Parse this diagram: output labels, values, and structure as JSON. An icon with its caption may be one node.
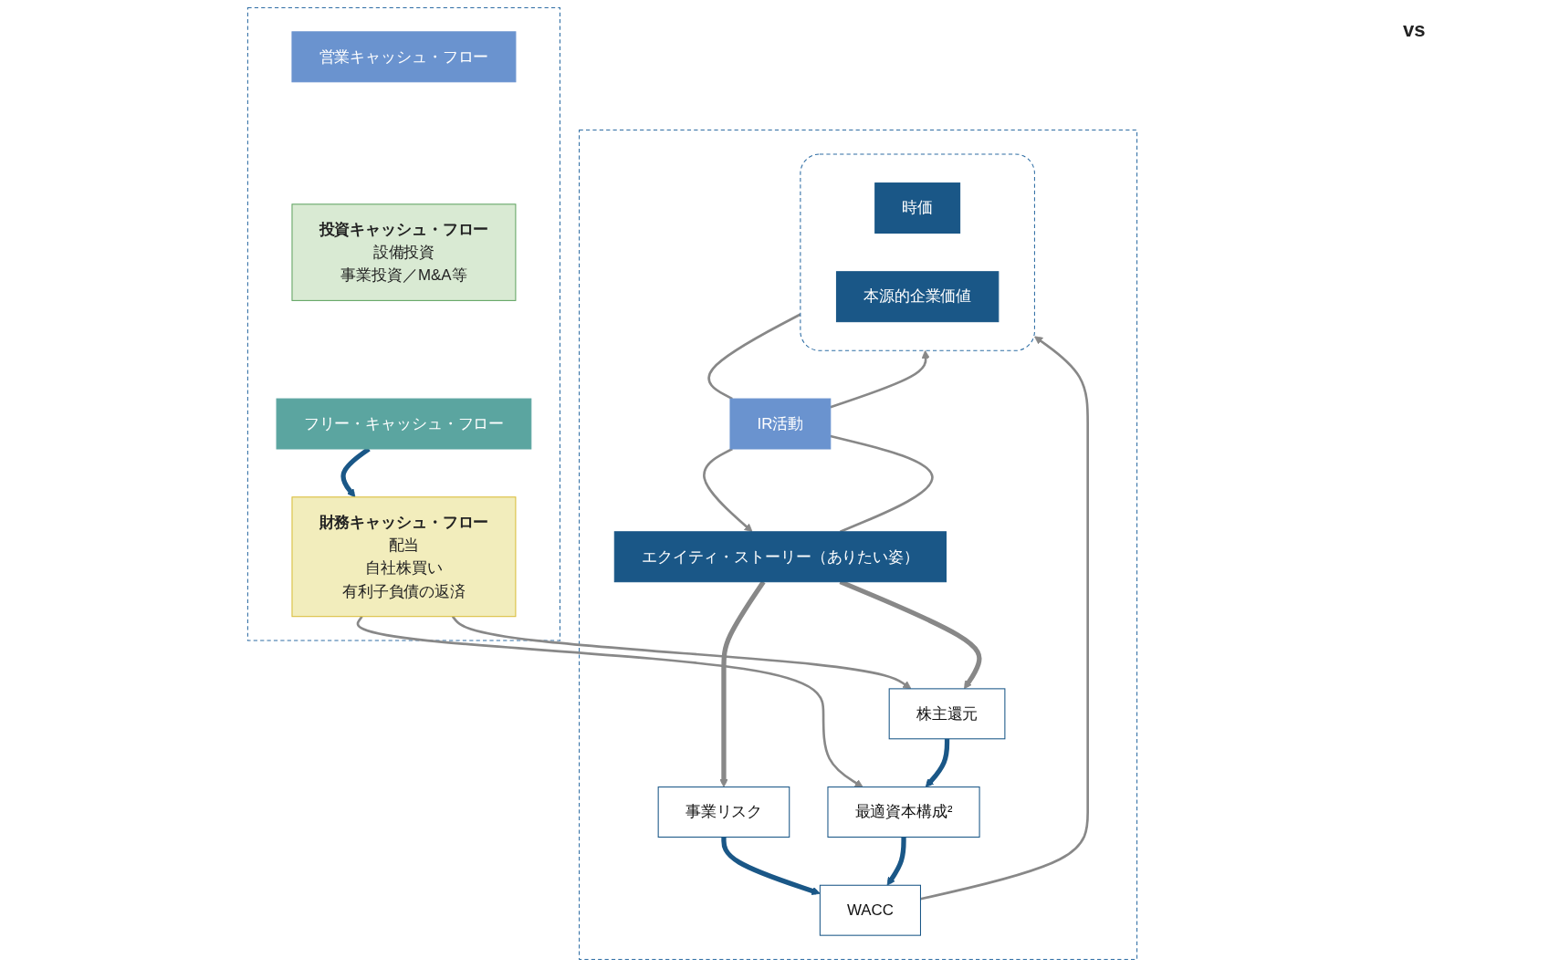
{
  "diagram": {
    "nodes": [
      {
        "text": [],
        "shape": "box"
      },
      {
        "text": [
          "営業キャッシュ・フロー"
        ],
        "in": 0
      },
      {
        "text": [
          "投資キャッシュ・フロー",
          "設備投資",
          "事業投資／M&A等"
        ],
        "in": 0
      },
      {
        "text": [
          "フリー・キャッシュ・フロー"
        ],
        "in": 0
      },
      {
        "text": [
          "財務キャッシュ・フロー",
          "配当",
          "自社株買い",
          "有利子負債の返済"
        ],
        "in": 0
      },
      {
        "text": [],
        "shape": "box"
      },
      {
        "text": [
          "エクイティ・ストーリー（ありたい姿）"
        ],
        "in": 5
      },
      {
        "text": [
          "株主還元"
        ],
        "in": 5
      },
      {
        "text": [
          "事業リスク"
        ],
        "in": 5
      },
      {
        "text": [
          "最適資本構成²"
        ],
        "in": 5
      },
      {
        "text": [
          "WACC"
        ],
        "in": 5
      },
      {
        "text": [],
        "shape": "box",
        "in": 5
      },
      {
        "text": [
          "時価"
        ],
        "in": 11
      },
      {
        "text": [
          "本源的企業価値"
        ],
        "in": 11
      },
      {
        "text": [
          "IR活動"
        ],
        "in": 5
      }
    ],
    "edges": [
      {
        "from": 3,
        "to": 4,
        "arrow": "to",
        "style": "thick",
        "color": "#1a5787"
      },
      {
        "from": 4,
        "to": 7,
        "arrow": "to"
      },
      {
        "from": 4,
        "to": 9,
        "arrow": "to"
      },
      {
        "from": 6,
        "to": 7,
        "arrow": "to",
        "style": "thick"
      },
      {
        "from": 6,
        "to": 8,
        "arrow": "to",
        "style": "thick"
      },
      {
        "from": 7,
        "to": 9,
        "arrow": "to",
        "style": "thick",
        "color": "#1a5787"
      },
      {
        "from": 8,
        "to": 10,
        "arrow": "to",
        "style": "thick",
        "color": "#1a5787"
      },
      {
        "from": 9,
        "to": 10,
        "arrow": "to",
        "style": "thick",
        "color": "#1a5787"
      },
      {
        "from": 10,
        "to": 11,
        "arrow": "to"
      },
      {
        "from": 6,
        "to": 14,
        "arrow": "none"
      },
      {
        "from": 14,
        "to": 11,
        "arrow": "to"
      },
      {
        "from": 11,
        "to": 14,
        "arrow": "none"
      },
      {
        "from": 14,
        "to": 6,
        "arrow": "to"
      }
    ],
    "labels": [
      "vs"
    ]
  }
}
